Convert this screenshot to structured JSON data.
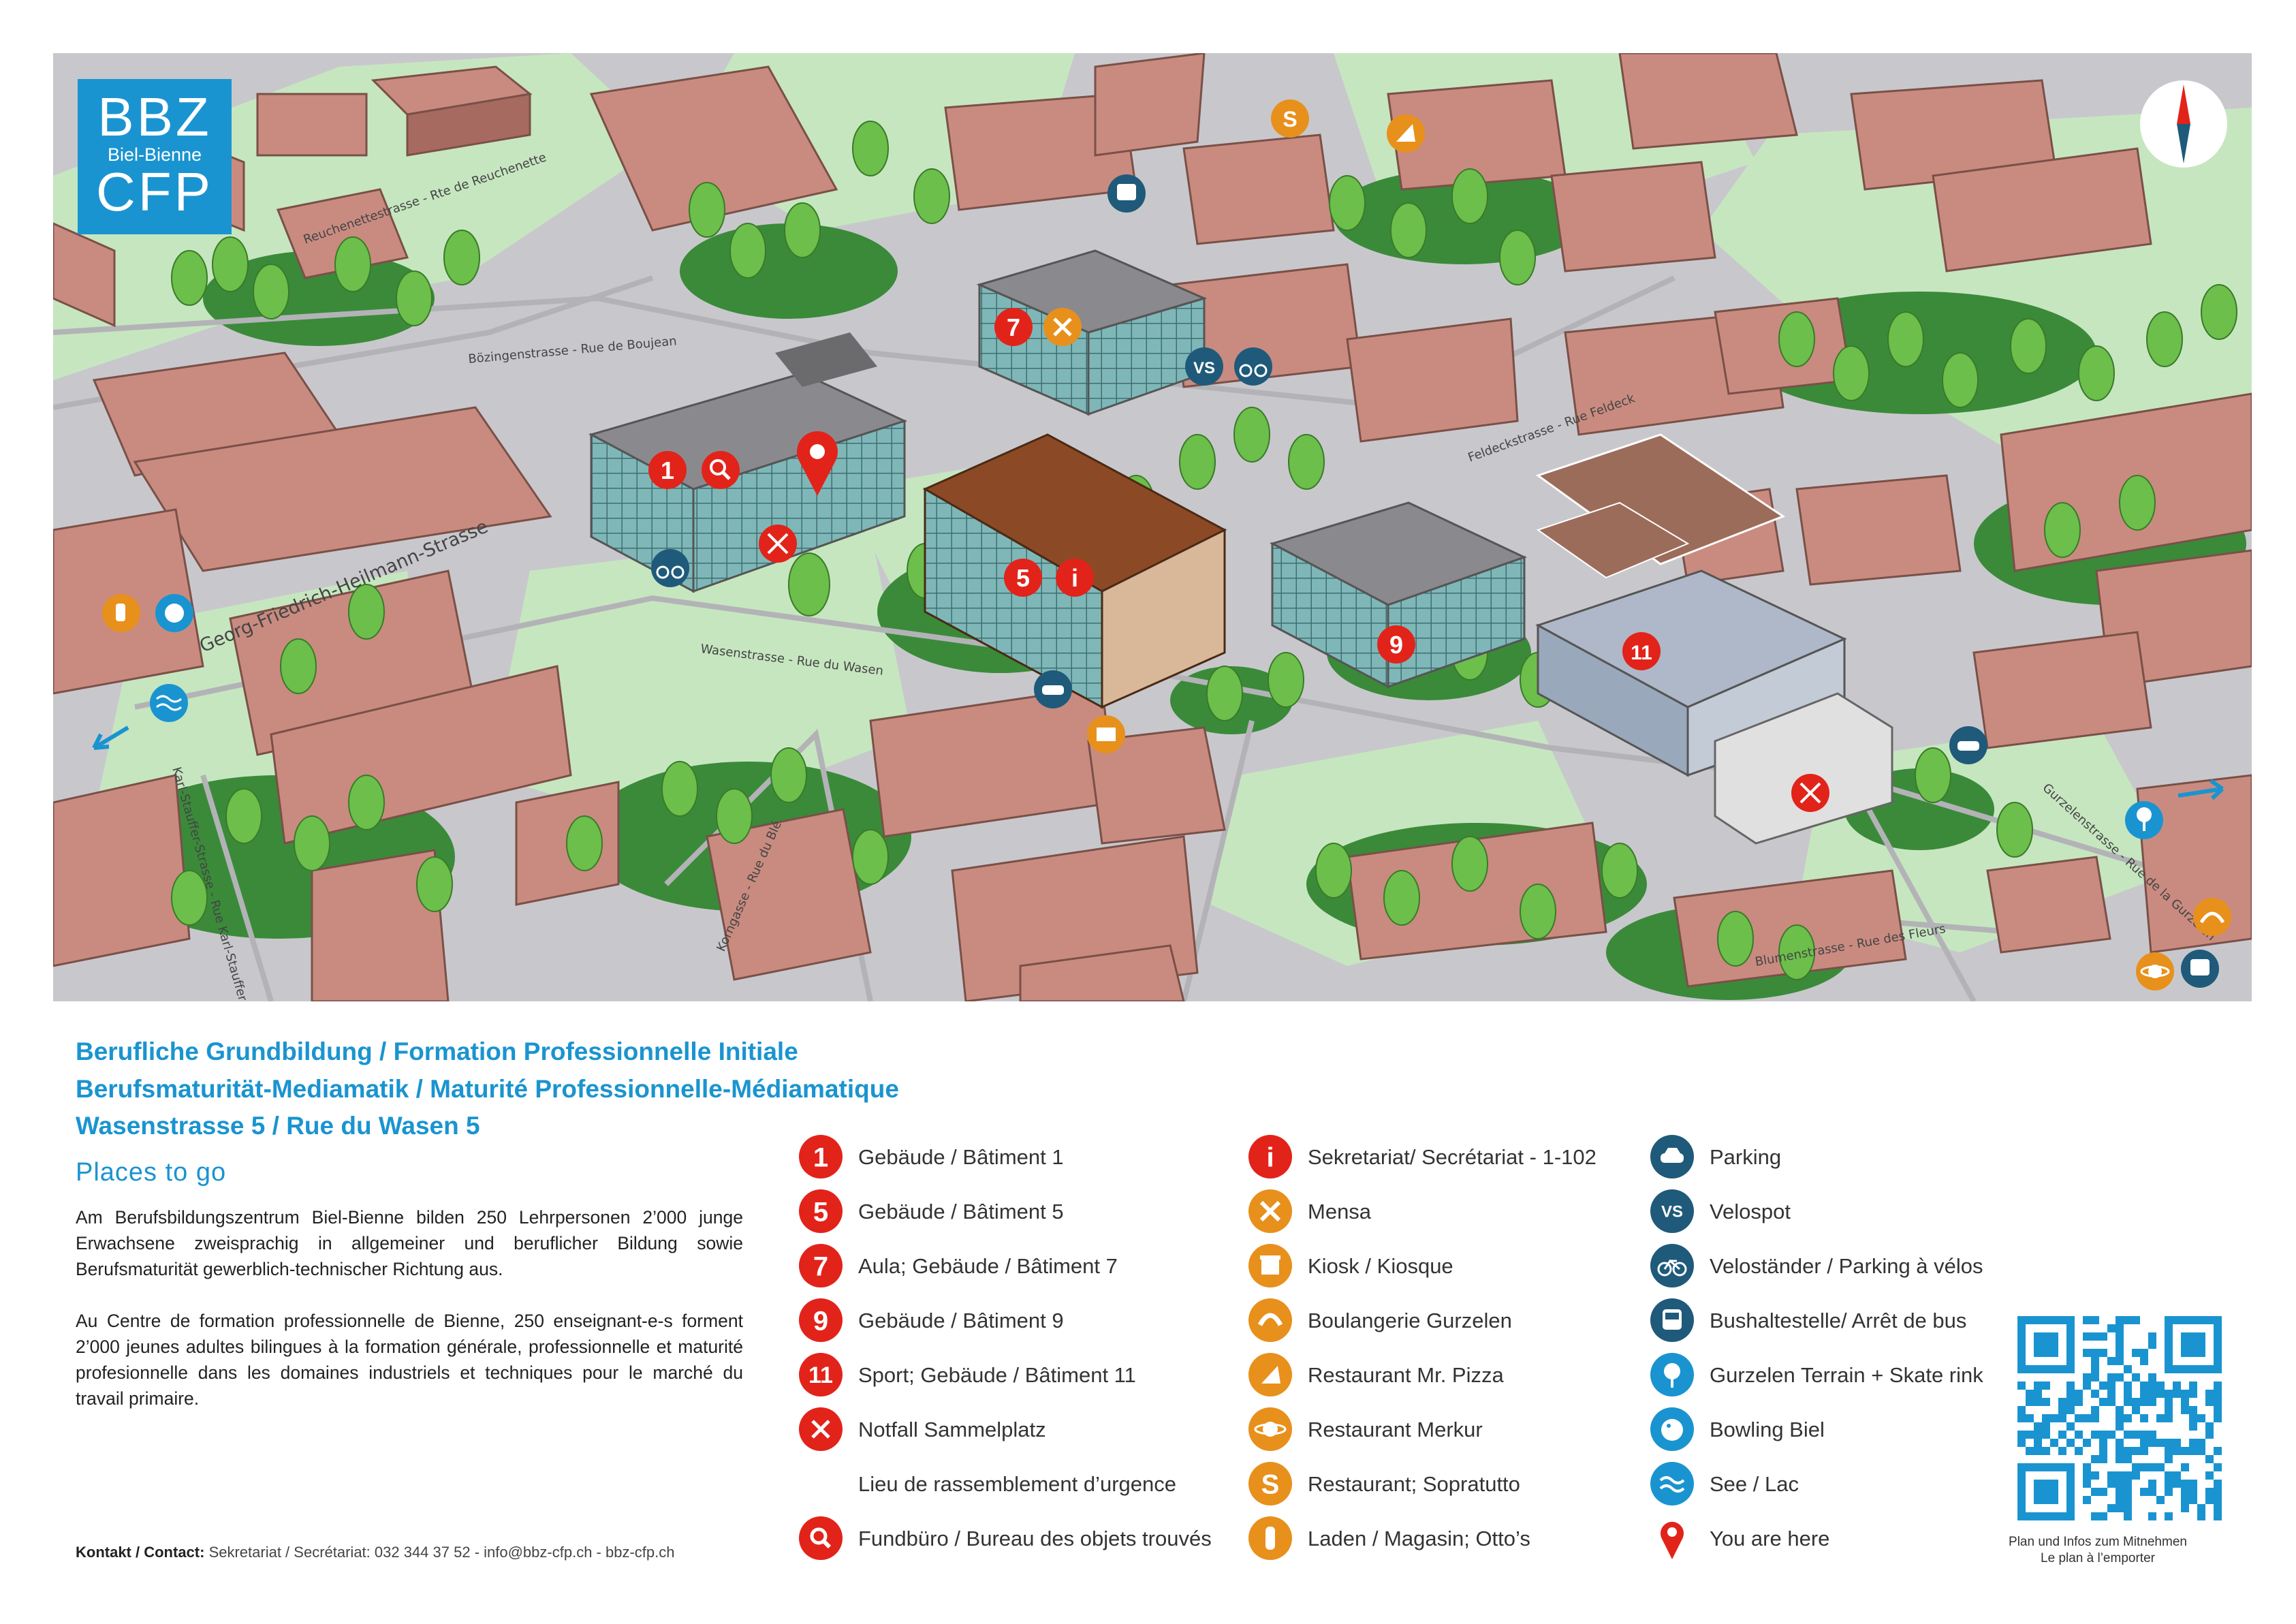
{
  "logo": {
    "line1": "BBZ",
    "line2": "Biel-Bienne",
    "line3": "CFP"
  },
  "streets": {
    "reuchenette": "Reuchenettestrasse - Rte de Reuchenette",
    "boezingen": "Bözingenstrasse - Rue de Boujean",
    "heilmann": "Georg-Friedrich-Heilmann-Strasse",
    "wasen": "Wasenstrasse - Rue du Wasen",
    "feldeck": "Feldeckstrasse - Rue Feldeck",
    "karlstauffer": "Karl-Stauffer-Strasse - Rue Karl-Stauffer",
    "kornweg": "Korngasse - Rue du Blé",
    "gurzelen": "Gurzelenstrasse - Rue de la Gurzelen",
    "blumen": "Blumenstrasse - Rue des Fleurs"
  },
  "map_markers": {
    "b1": "1",
    "b5": "5",
    "b7": "7",
    "b9": "9",
    "b11": "11",
    "info": "i",
    "velospot": "VS",
    "sopratutto": "S"
  },
  "heading": {
    "line1": "Berufliche Grundbildung / Formation Professionnelle Initiale",
    "line2": "Berufsmaturität-Mediamatik / Maturité Professionnelle-Médiamatique",
    "line3": "Wasenstrasse 5 / Rue du Wasen 5"
  },
  "places_heading": "Places to go",
  "paragraph_de": "Am Berufsbildungszentrum Biel-Bienne bilden 250 Lehrpersonen 2’000 junge Erwachsene zweisprachig in allgemeiner und beruflicher Bildung sowie Berufsmaturität gewerblich-technischer Richtung aus.",
  "paragraph_fr": "Au Centre de formation professionnelle de Bienne, 250 enseignant-e-s forment 2’000 jeunes adultes bilingues à la formation générale, professionnelle et maturité profesionnelle dans les domaines industriels et techniques pour le marché du travail primaire.",
  "contact": {
    "label": "Kontakt / Contact:",
    "text": " Sekretariat / Secrétariat: 032 344 37 52 - info@bbz-cfp.ch  - bbz-cfp.ch"
  },
  "legend_col1": [
    {
      "icon": "number-1-icon",
      "glyph": "1",
      "label": "Gebäude / Bâtiment 1"
    },
    {
      "icon": "number-5-icon",
      "glyph": "5",
      "label": "Gebäude / Bâtiment 5"
    },
    {
      "icon": "number-7-icon",
      "glyph": "7",
      "label": "Aula; Gebäude / Bâtiment 7"
    },
    {
      "icon": "number-9-icon",
      "glyph": "9",
      "label": "Gebäude / Bâtiment 9"
    },
    {
      "icon": "number-11-icon",
      "glyph": "11",
      "label": "Sport; Gebäude / Bâtiment 11"
    },
    {
      "icon": "assembly-point-icon",
      "glyph": "",
      "label": "Notfall Sammelplatz"
    },
    {
      "icon": "",
      "glyph": "",
      "label": "Lieu de rassemblement d’urgence"
    },
    {
      "icon": "lost-found-search-icon",
      "glyph": "",
      "label": "Fundbüro / Bureau des objets trouvés"
    }
  ],
  "legend_col2": [
    {
      "icon": "info-icon",
      "glyph": "i",
      "label": "Sekretariat/ Secrétariat - 1-102"
    },
    {
      "icon": "cutlery-icon",
      "glyph": "",
      "label": "Mensa"
    },
    {
      "icon": "kiosk-icon",
      "glyph": "",
      "label": "Kiosk / Kiosque"
    },
    {
      "icon": "croissant-icon",
      "glyph": "",
      "label": "Boulangerie Gurzelen"
    },
    {
      "icon": "pizza-icon",
      "glyph": "",
      "label": "Restaurant Mr. Pizza"
    },
    {
      "icon": "planet-icon",
      "glyph": "",
      "label": "Restaurant Merkur"
    },
    {
      "icon": "letter-s-icon",
      "glyph": "S",
      "label": "Restaurant; Sopratutto"
    },
    {
      "icon": "hand-icon",
      "glyph": "",
      "label": "Laden / Magasin; Otto’s"
    }
  ],
  "legend_col3": [
    {
      "icon": "car-icon",
      "glyph": "",
      "label": "Parking"
    },
    {
      "icon": "velospot-icon",
      "glyph": "VS",
      "label": "Velospot"
    },
    {
      "icon": "bicycle-icon",
      "glyph": "",
      "label": "Veloständer / Parking à vélos"
    },
    {
      "icon": "bus-icon",
      "glyph": "",
      "label": "Bushaltestelle/ Arrêt de bus"
    },
    {
      "icon": "tree-icon",
      "glyph": "",
      "label": "Gurzelen Terrain + Skate rink"
    },
    {
      "icon": "bowling-icon",
      "glyph": "",
      "label": "Bowling Biel"
    },
    {
      "icon": "waves-icon",
      "glyph": "",
      "label": "See / Lac"
    },
    {
      "icon": "location-pin-icon",
      "glyph": "",
      "label": "You are here"
    }
  ],
  "qr_caption": {
    "line1": "Plan und Infos zum Mitnehmen",
    "line2": "Le plan à l’emporter"
  },
  "colors": {
    "red": "#e2231a",
    "orange": "#e8901c",
    "blue_dark": "#1f5a7a",
    "blue_light": "#1a94d0",
    "building": "#c98b80",
    "grass": "#3a8a3a",
    "tree": "#6cbf4a",
    "road": "#c9c9cc"
  }
}
